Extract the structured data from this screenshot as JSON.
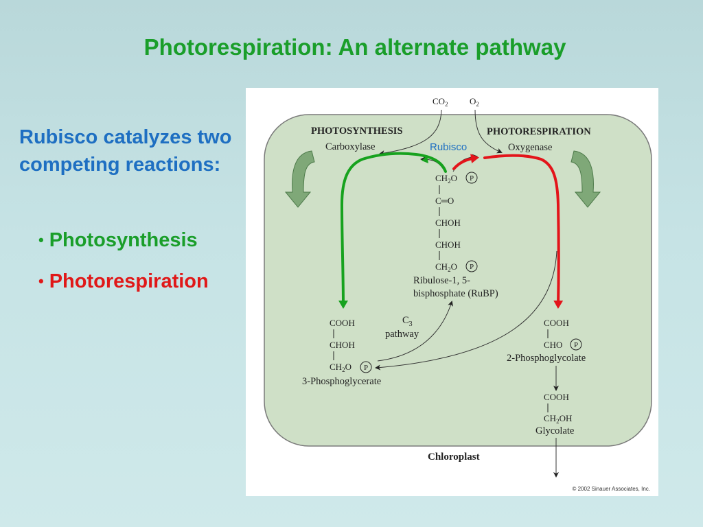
{
  "slide": {
    "title": "Photorespiration: An alternate pathway",
    "intro": "Rubisco catalyzes two competing reactions:",
    "bullets": [
      {
        "label": "Photosynthesis",
        "color": "#1a9e2a"
      },
      {
        "label": "Photorespiration",
        "color": "#e01818"
      }
    ]
  },
  "figure": {
    "inputs": {
      "co2": "CO",
      "co2_sub": "2",
      "o2": "O",
      "o2_sub": "2"
    },
    "photosynthesis_label": "PHOTOSYNTHESIS",
    "photorespiration_label": "PHOTORESPIRATION",
    "carboxylase_label": "Carboxylase",
    "oxygenase_label": "Oxygenase",
    "rubisco_label": "Rubisco",
    "rubp": {
      "line1": "CH",
      "line1_sub": "2",
      "line1_end": "O",
      "line2": "C═O",
      "line3": "CHOH",
      "line4": "CHOH",
      "line5": "CH",
      "line5_sub": "2",
      "line5_end": "O",
      "name1": "Ribulose-1, 5-",
      "name2": "bisphosphate (RuBP)"
    },
    "pga": {
      "line1": "COOH",
      "line2": "CHOH",
      "line3": "CH",
      "line3_sub": "2",
      "line3_end": "O",
      "name": "3-Phosphoglycerate"
    },
    "c3": {
      "line1": "C",
      "line1_sub": "3",
      "line2": "pathway"
    },
    "phosphoglycolate": {
      "line1": "COOH",
      "line2": "CHO",
      "name": "2-Phosphoglycolate"
    },
    "glycolate": {
      "line1": "COOH",
      "line2": "CH",
      "line2_sub": "2",
      "line2_end": "OH",
      "name": "Glycolate"
    },
    "phosphate_symbol": "P",
    "chloroplast_label": "Chloroplast",
    "copyright": "© 2002 Sinauer Associates, Inc.",
    "colors": {
      "chloroplast_fill": "#cfe0c7",
      "photosynthesis_arrow": "#17a21e",
      "photorespiration_arrow": "#e3141a",
      "rubisco_text": "#1e6fc2"
    }
  }
}
